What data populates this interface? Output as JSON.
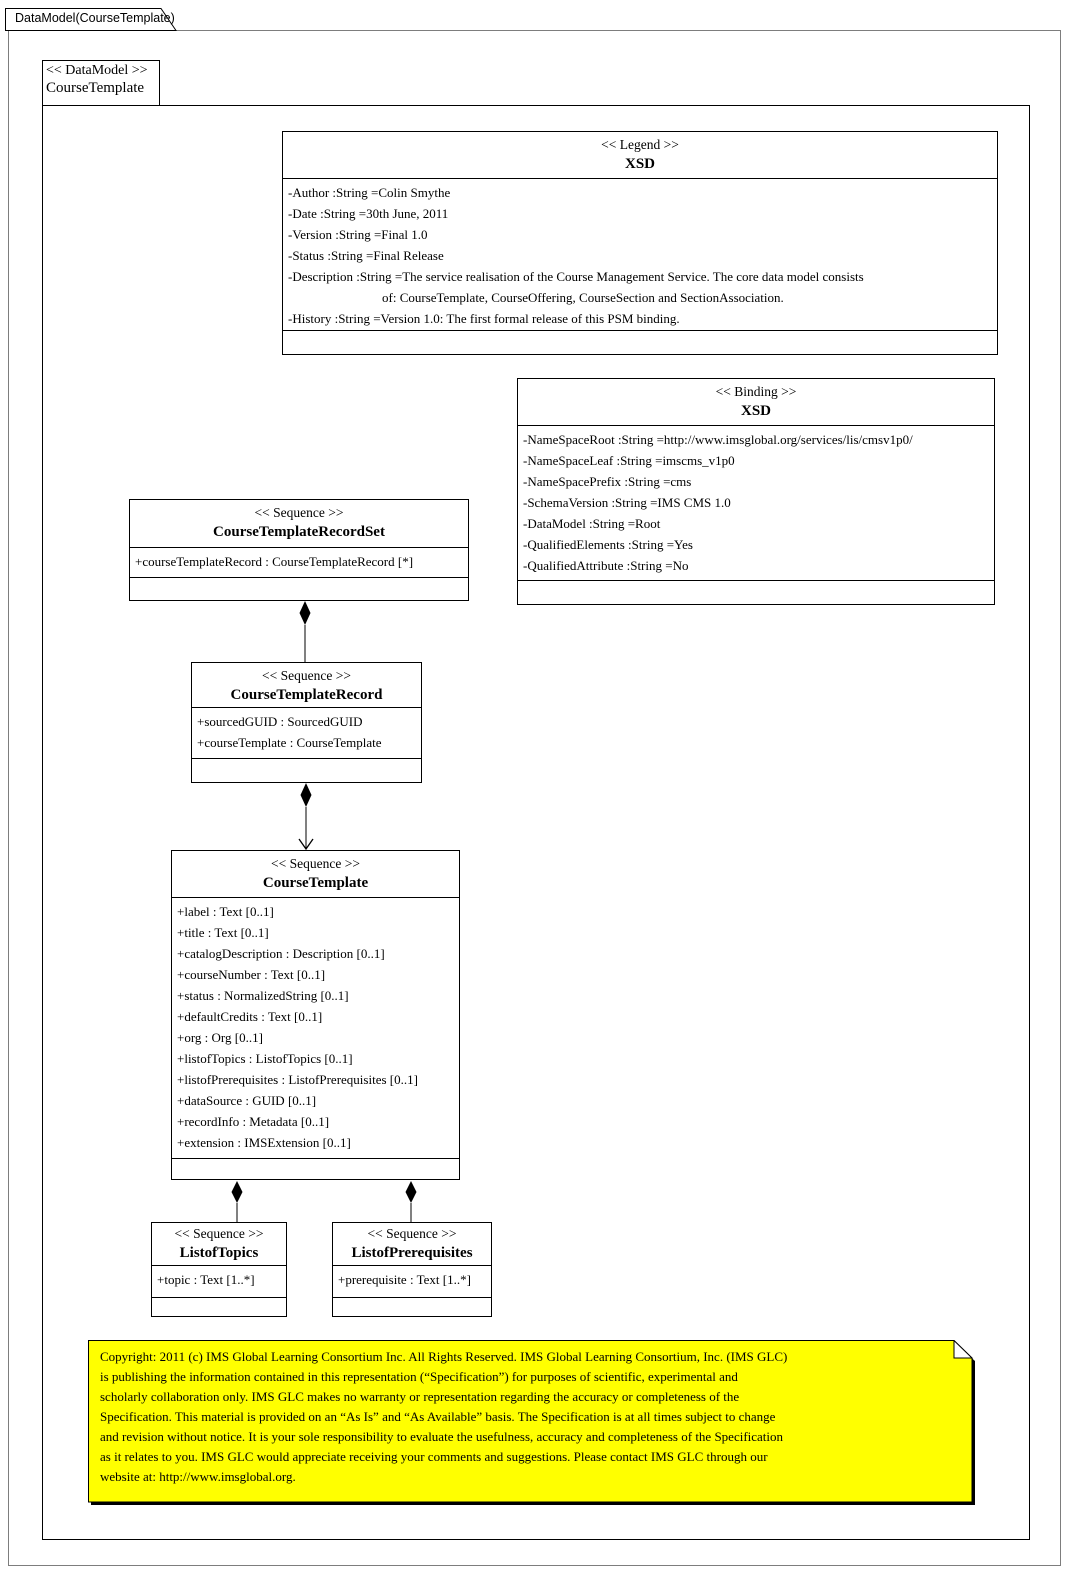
{
  "page_tab": {
    "title": "DataModel(CourseTemplate)"
  },
  "frame": {
    "stereotype": "<< DataModel >>",
    "name": "CourseTemplate"
  },
  "legend": {
    "stereotype": "<< Legend >>",
    "name": "XSD",
    "attributes": [
      "-Author :String =Colin Smythe",
      "-Date :String =30th June, 2011",
      "-Version :String =Final 1.0",
      "-Status :String =Final Release",
      "-Description :String =The service realisation of the Course Management Service.  The core data model consists",
      "of: CourseTemplate, CourseOffering, CourseSection and SectionAssociation.",
      "-History :String =Version 1.0: The first formal release of this PSM binding."
    ]
  },
  "binding": {
    "stereotype": "<< Binding  >>",
    "name": "XSD",
    "attributes": [
      "-NameSpaceRoot :String =http://www.imsglobal.org/services/lis/cmsv1p0/",
      "-NameSpaceLeaf :String =imscms_v1p0",
      "-NameSpacePrefix :String =cms",
      "-SchemaVersion :String =IMS CMS 1.0",
      "-DataModel :String =Root",
      "-QualifiedElements   :String =Yes",
      "-QualifiedAttribute   :String =No"
    ]
  },
  "record_set": {
    "stereotype": "<< Sequence >>",
    "name": "CourseTemplateRecordSet",
    "attributes": [
      "+courseTemplateRecord : CourseTemplateRecord [*]"
    ]
  },
  "record": {
    "stereotype": "<< Sequence >>",
    "name": "CourseTemplateRecord",
    "attributes": [
      "+sourcedGUID : SourcedGUID",
      "+courseTemplate : CourseTemplate"
    ]
  },
  "course_template": {
    "stereotype": "<< Sequence >>",
    "name": "CourseTemplate",
    "attributes": [
      "+label : Text [0..1]",
      "+title : Text [0..1]",
      "+catalogDescription : Description [0..1]",
      "+courseNumber : Text [0..1]",
      "+status : NormalizedString [0..1]",
      "+defaultCredits : Text [0..1]",
      "+org : Org [0..1]",
      "+listofTopics : ListofTopics [0..1]",
      "+listofPrerequisites : ListofPrerequisites [0..1]",
      "+dataSource : GUID [0..1]",
      "+recordInfo : Metadata [0..1]",
      "+extension : IMSExtension [0..1]"
    ]
  },
  "list_of_topics": {
    "stereotype": "<< Sequence >>",
    "name": "ListofTopics",
    "attributes": [
      "+topic : Text [1..*]"
    ]
  },
  "list_of_prerequisites": {
    "stereotype": "<< Sequence >>",
    "name": "ListofPrerequisites",
    "attributes": [
      "+prerequisite : Text [1..*]"
    ]
  },
  "note": {
    "lines": [
      "Copyright: 2011 (c) IMS Global Learning Consortium Inc.  All Rights Reserved.  IMS Global Learning Consortium, Inc. (IMS GLC)",
      "is publishing the information contained in this representation (“Specification”) for purposes of scientific, experimental and",
      "scholarly collaboration only.  IMS GLC makes no warranty or representation regarding  the accuracy or completeness of the",
      "Specification.  This material is provided on an “As Is” and “As Available” basis.  The Specification is at all times subject to change",
      "and revision without notice.  It is your sole responsibility to evaluate the usefulness, accuracy and completeness of the Specification",
      "as it relates to you.  IMS GLC would appreciate receiving your comments and suggestions.  Please contact IMS GLC through our",
      "website at: http://www.imsglobal.org."
    ]
  },
  "colors": {
    "note_bg": "#FFFF00",
    "line": "#000000",
    "outer_border": "#7D7D7D"
  }
}
